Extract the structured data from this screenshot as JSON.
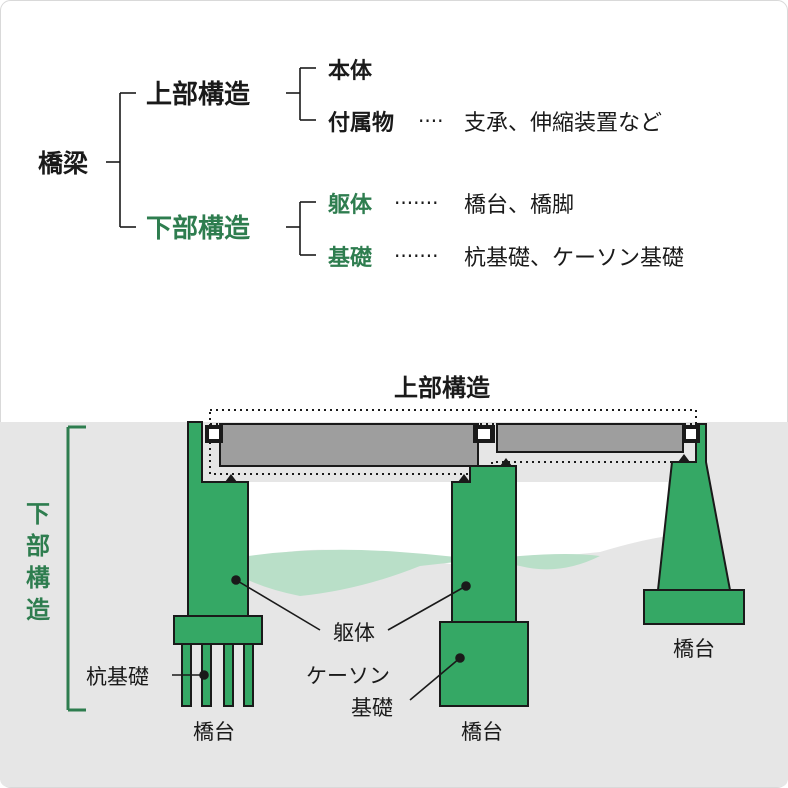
{
  "tree": {
    "root": "橋梁",
    "upper": {
      "label": "上部構造",
      "items": [
        {
          "label": "本体",
          "leader": "",
          "desc": ""
        },
        {
          "label": "付属物",
          "leader": "····",
          "desc": "支承、伸縮装置など"
        }
      ]
    },
    "lower": {
      "label": "下部構造",
      "items": [
        {
          "label": "躯体",
          "leader": "·······",
          "desc": "橋台、橋脚"
        },
        {
          "label": "基礎",
          "leader": "·······",
          "desc": "杭基礎、ケーソン基礎"
        }
      ]
    }
  },
  "figure": {
    "upper_label": "上部構造",
    "lower_label_chars": [
      "下",
      "部",
      "構",
      "造"
    ],
    "body_label": "躯体",
    "pile_label": "杭基礎",
    "caisson_label_line1": "ケーソン",
    "caisson_label_line2": "基礎",
    "abutment_left": "橋台",
    "abutment_middle": "橋台",
    "abutment_right": "橋台"
  },
  "colors": {
    "green": "#35a865",
    "green_text": "#2e7d4f",
    "deck": "#9e9e9e",
    "ground": "#e6e6e6",
    "water": "#b9dfc8"
  }
}
